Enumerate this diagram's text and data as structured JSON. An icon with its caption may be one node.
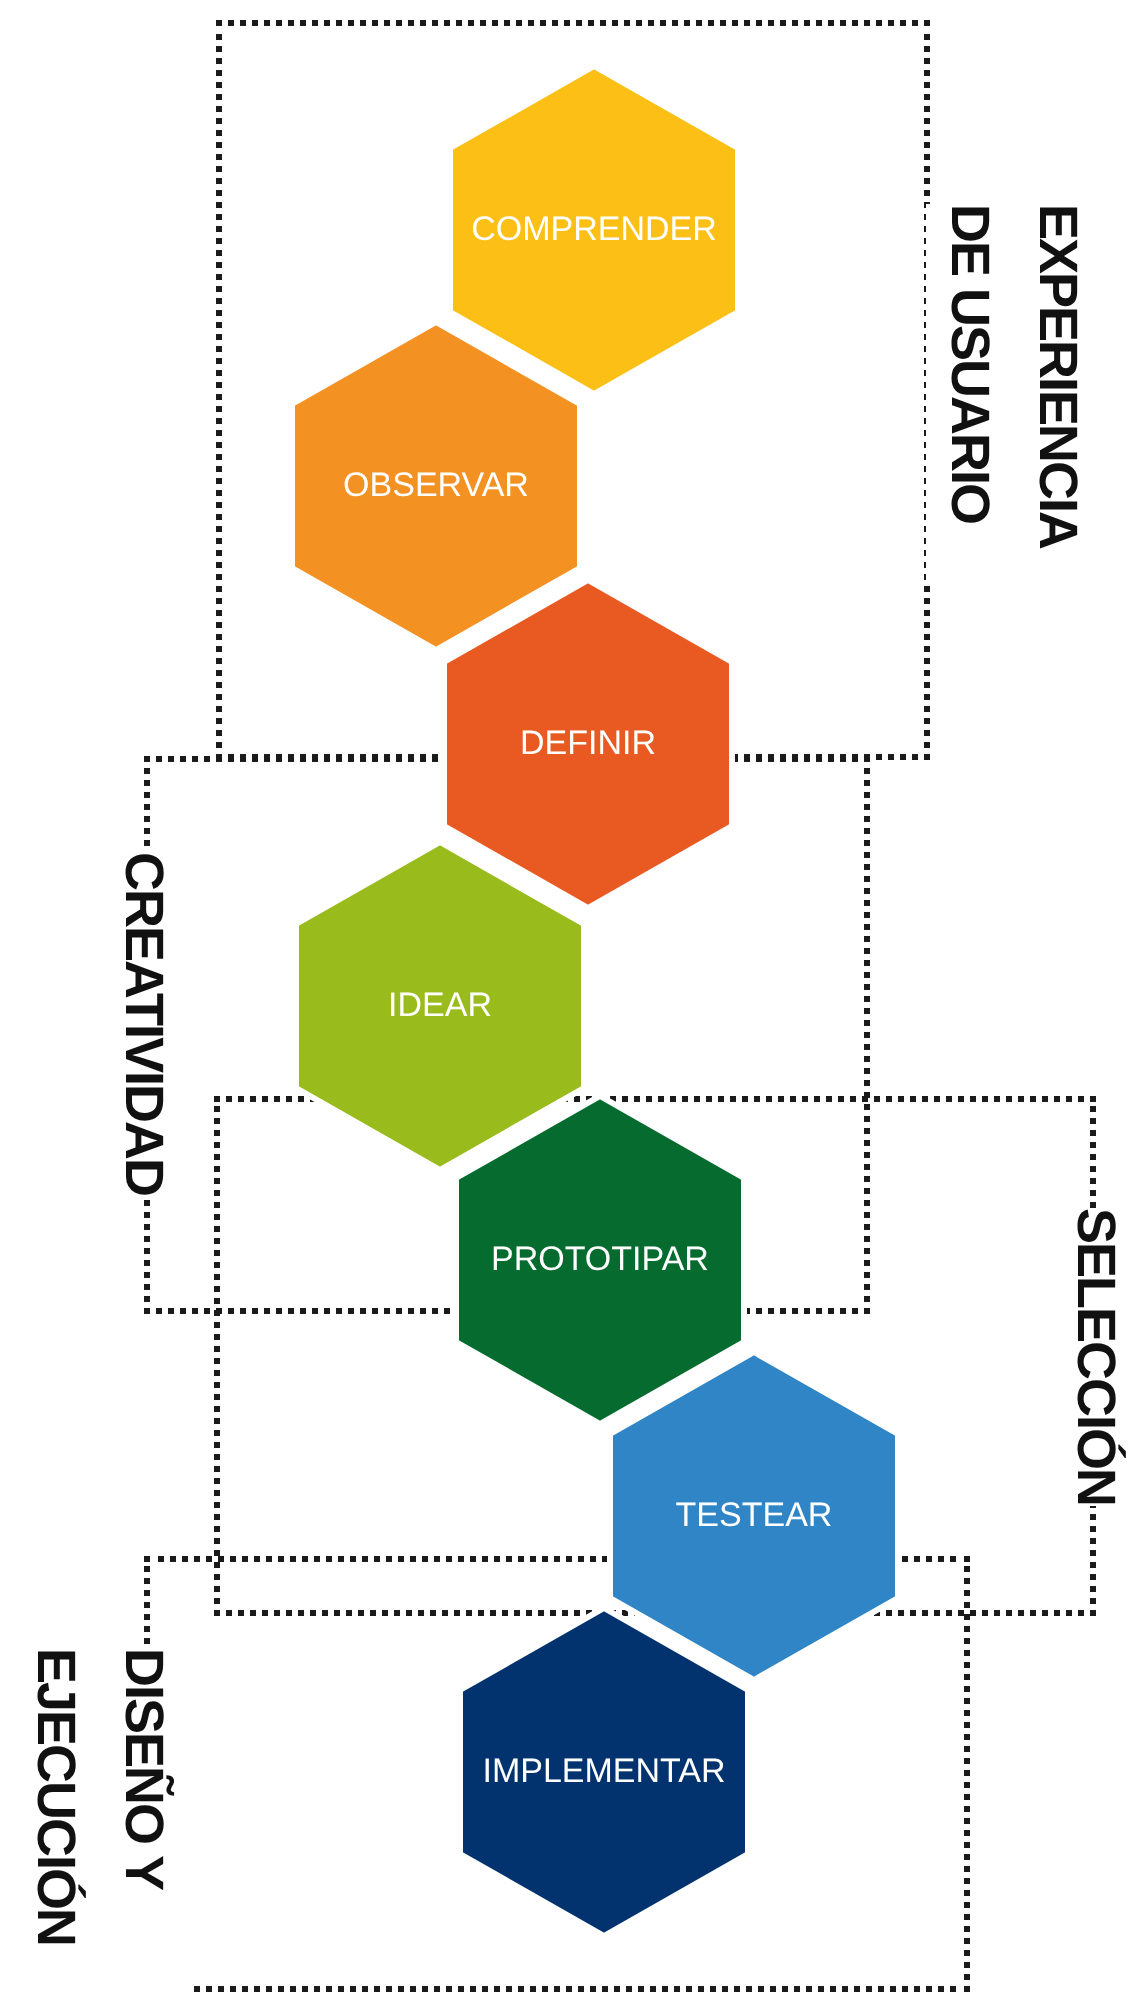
{
  "diagram": {
    "nodes": [
      {
        "text": [
          "EXPERIENCIA DE USUARIO"
        ]
      },
      {
        "text": [
          "COMPRENDER"
        ],
        "in": 0
      },
      {
        "text": [
          "OBSERVAR"
        ],
        "in": 0
      },
      {
        "text": [
          "DEFINIR"
        ]
      },
      {
        "text": [
          "CREATIVIDAD"
        ]
      },
      {
        "text": [
          "IDEAR"
        ],
        "in": 4
      },
      {
        "text": [
          "PROTOTIPAR"
        ],
        "in": 7
      },
      {
        "text": [
          "SELECCIÓN"
        ]
      },
      {
        "text": [
          "TESTEAR"
        ]
      },
      {
        "text": [
          "DISEÑO Y EJECUCIÓN"
        ]
      },
      {
        "text": [
          "IMPLEMENTAR"
        ],
        "in": 9
      }
    ]
  }
}
